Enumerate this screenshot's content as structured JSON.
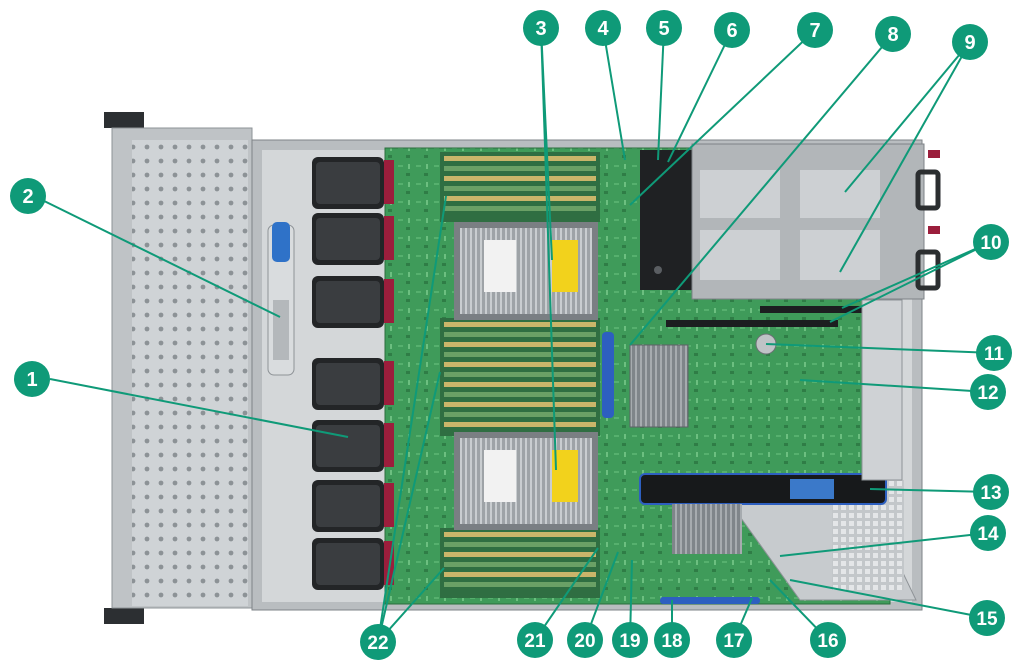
{
  "diagram": {
    "accent_color": "#0f9a78",
    "leader_color": "#0f9a78",
    "label_text_color": "#ffffff",
    "callouts": [
      {
        "label": "1"
      },
      {
        "label": "2"
      },
      {
        "label": "3"
      },
      {
        "label": "4"
      },
      {
        "label": "5"
      },
      {
        "label": "6"
      },
      {
        "label": "7"
      },
      {
        "label": "8"
      },
      {
        "label": "9"
      },
      {
        "label": "10"
      },
      {
        "label": "11"
      },
      {
        "label": "12"
      },
      {
        "label": "13"
      },
      {
        "label": "14"
      },
      {
        "label": "15"
      },
      {
        "label": "16"
      },
      {
        "label": "17"
      },
      {
        "label": "18"
      },
      {
        "label": "19"
      },
      {
        "label": "20"
      },
      {
        "label": "21"
      },
      {
        "label": "22"
      }
    ]
  }
}
